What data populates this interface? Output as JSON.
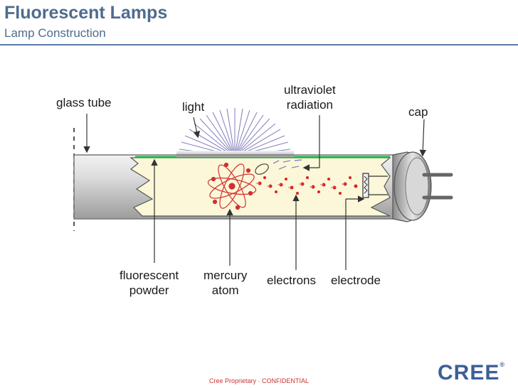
{
  "slide": {
    "title": "Fluorescent Lamps",
    "subtitle": "Lamp Construction"
  },
  "labels": {
    "glass_tube": "glass tube",
    "light": "light",
    "ultraviolet_line1": "ultraviolet",
    "ultraviolet_line2": "radiation",
    "cap": "cap",
    "fluorescent_line1": "fluorescent",
    "fluorescent_line2": "powder",
    "mercury_line1": "mercury",
    "mercury_line2": "atom",
    "electrons": "electrons",
    "electrode": "electrode"
  },
  "footer": {
    "confidential": "Cree Proprietary · CONFIDENTIAL"
  },
  "brand": {
    "logo_text": "CREE",
    "registered": "®"
  },
  "colors": {
    "title": "#4f6b8f",
    "tube_interior": "#fbf7d8",
    "phosphor_line": "#22b14c",
    "electron": "#e02020",
    "light_rays": "#8a86c0"
  }
}
